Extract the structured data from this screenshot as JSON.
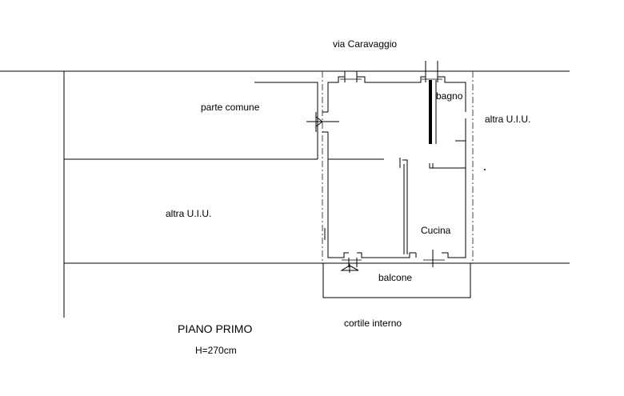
{
  "labels": {
    "street": "via Caravaggio",
    "common_area": "parte comune",
    "other_unit_right": "altra U.I.U.",
    "other_unit_left": "altra U.I.U.",
    "bathroom": "bagno",
    "kitchen": "Cucina",
    "balcony": "balcone",
    "courtyard": "cortile interno",
    "floor_name": "PIANO PRIMO",
    "height": "H=270cm"
  }
}
